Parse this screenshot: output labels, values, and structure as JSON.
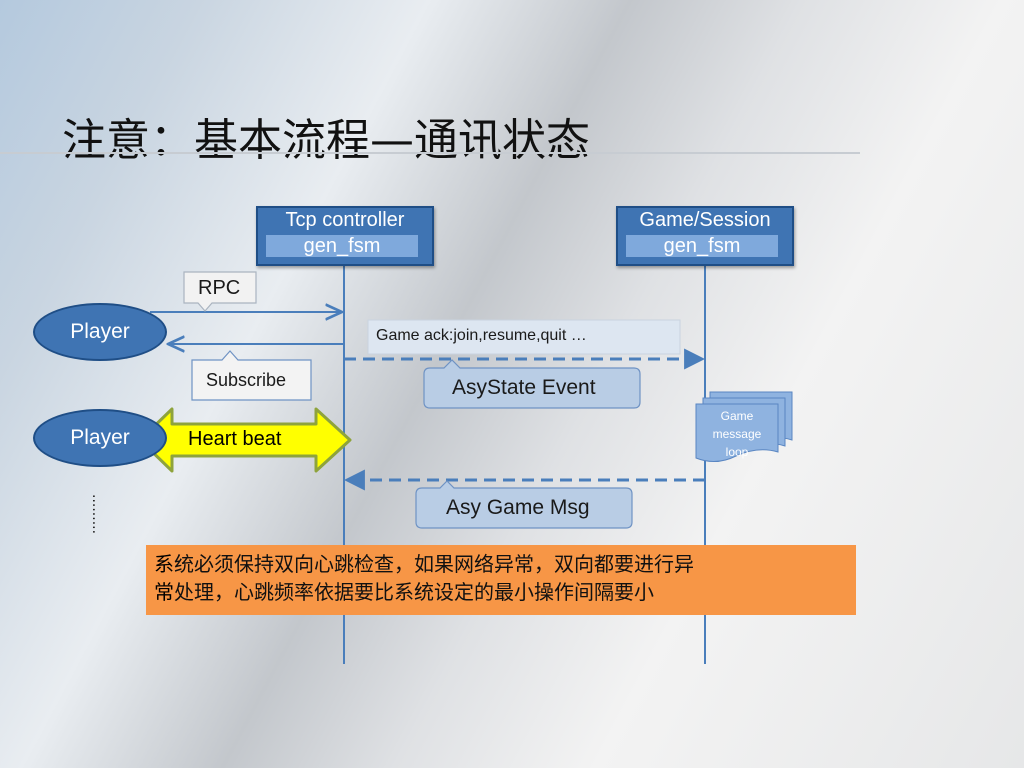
{
  "slide": {
    "title": "注意：基本流程—通讯状态"
  },
  "nodes": {
    "tcp": {
      "name": "Tcp controller",
      "sub": "gen_fsm"
    },
    "game": {
      "name": "Game/Session",
      "sub": "gen_fsm"
    }
  },
  "labels": {
    "rpc": "RPC",
    "player1": "Player",
    "player2": "Player",
    "game_ack": "Game ack:join,resume,quit …",
    "subscribe": "Subscribe",
    "asystate": "AsyState Event",
    "heartbeat": "Heart beat",
    "game_loop": [
      "Game",
      "message",
      "loop"
    ],
    "asy_game_msg": "Asy Game Msg",
    "dots": "........."
  },
  "note": {
    "line1_first": "系",
    "line1_rest": "统必须保持双向心跳检查，如果网络异常，双向都要进行异",
    "line2_first": "常",
    "line2_rest": "处理，心跳频率依据要比系统设定的最小操作间隔要小"
  },
  "colors": {
    "node_fill": "#3f74b3",
    "node_border": "#1f4e86",
    "node_sub_fill": "#7fa9dc",
    "arrow": "#4a7ebb",
    "callout_fill": "#b9cde5",
    "heartbeat_fill": "#ffff00",
    "heartbeat_border": "#8ea33c",
    "note_fill": "#f79646"
  }
}
